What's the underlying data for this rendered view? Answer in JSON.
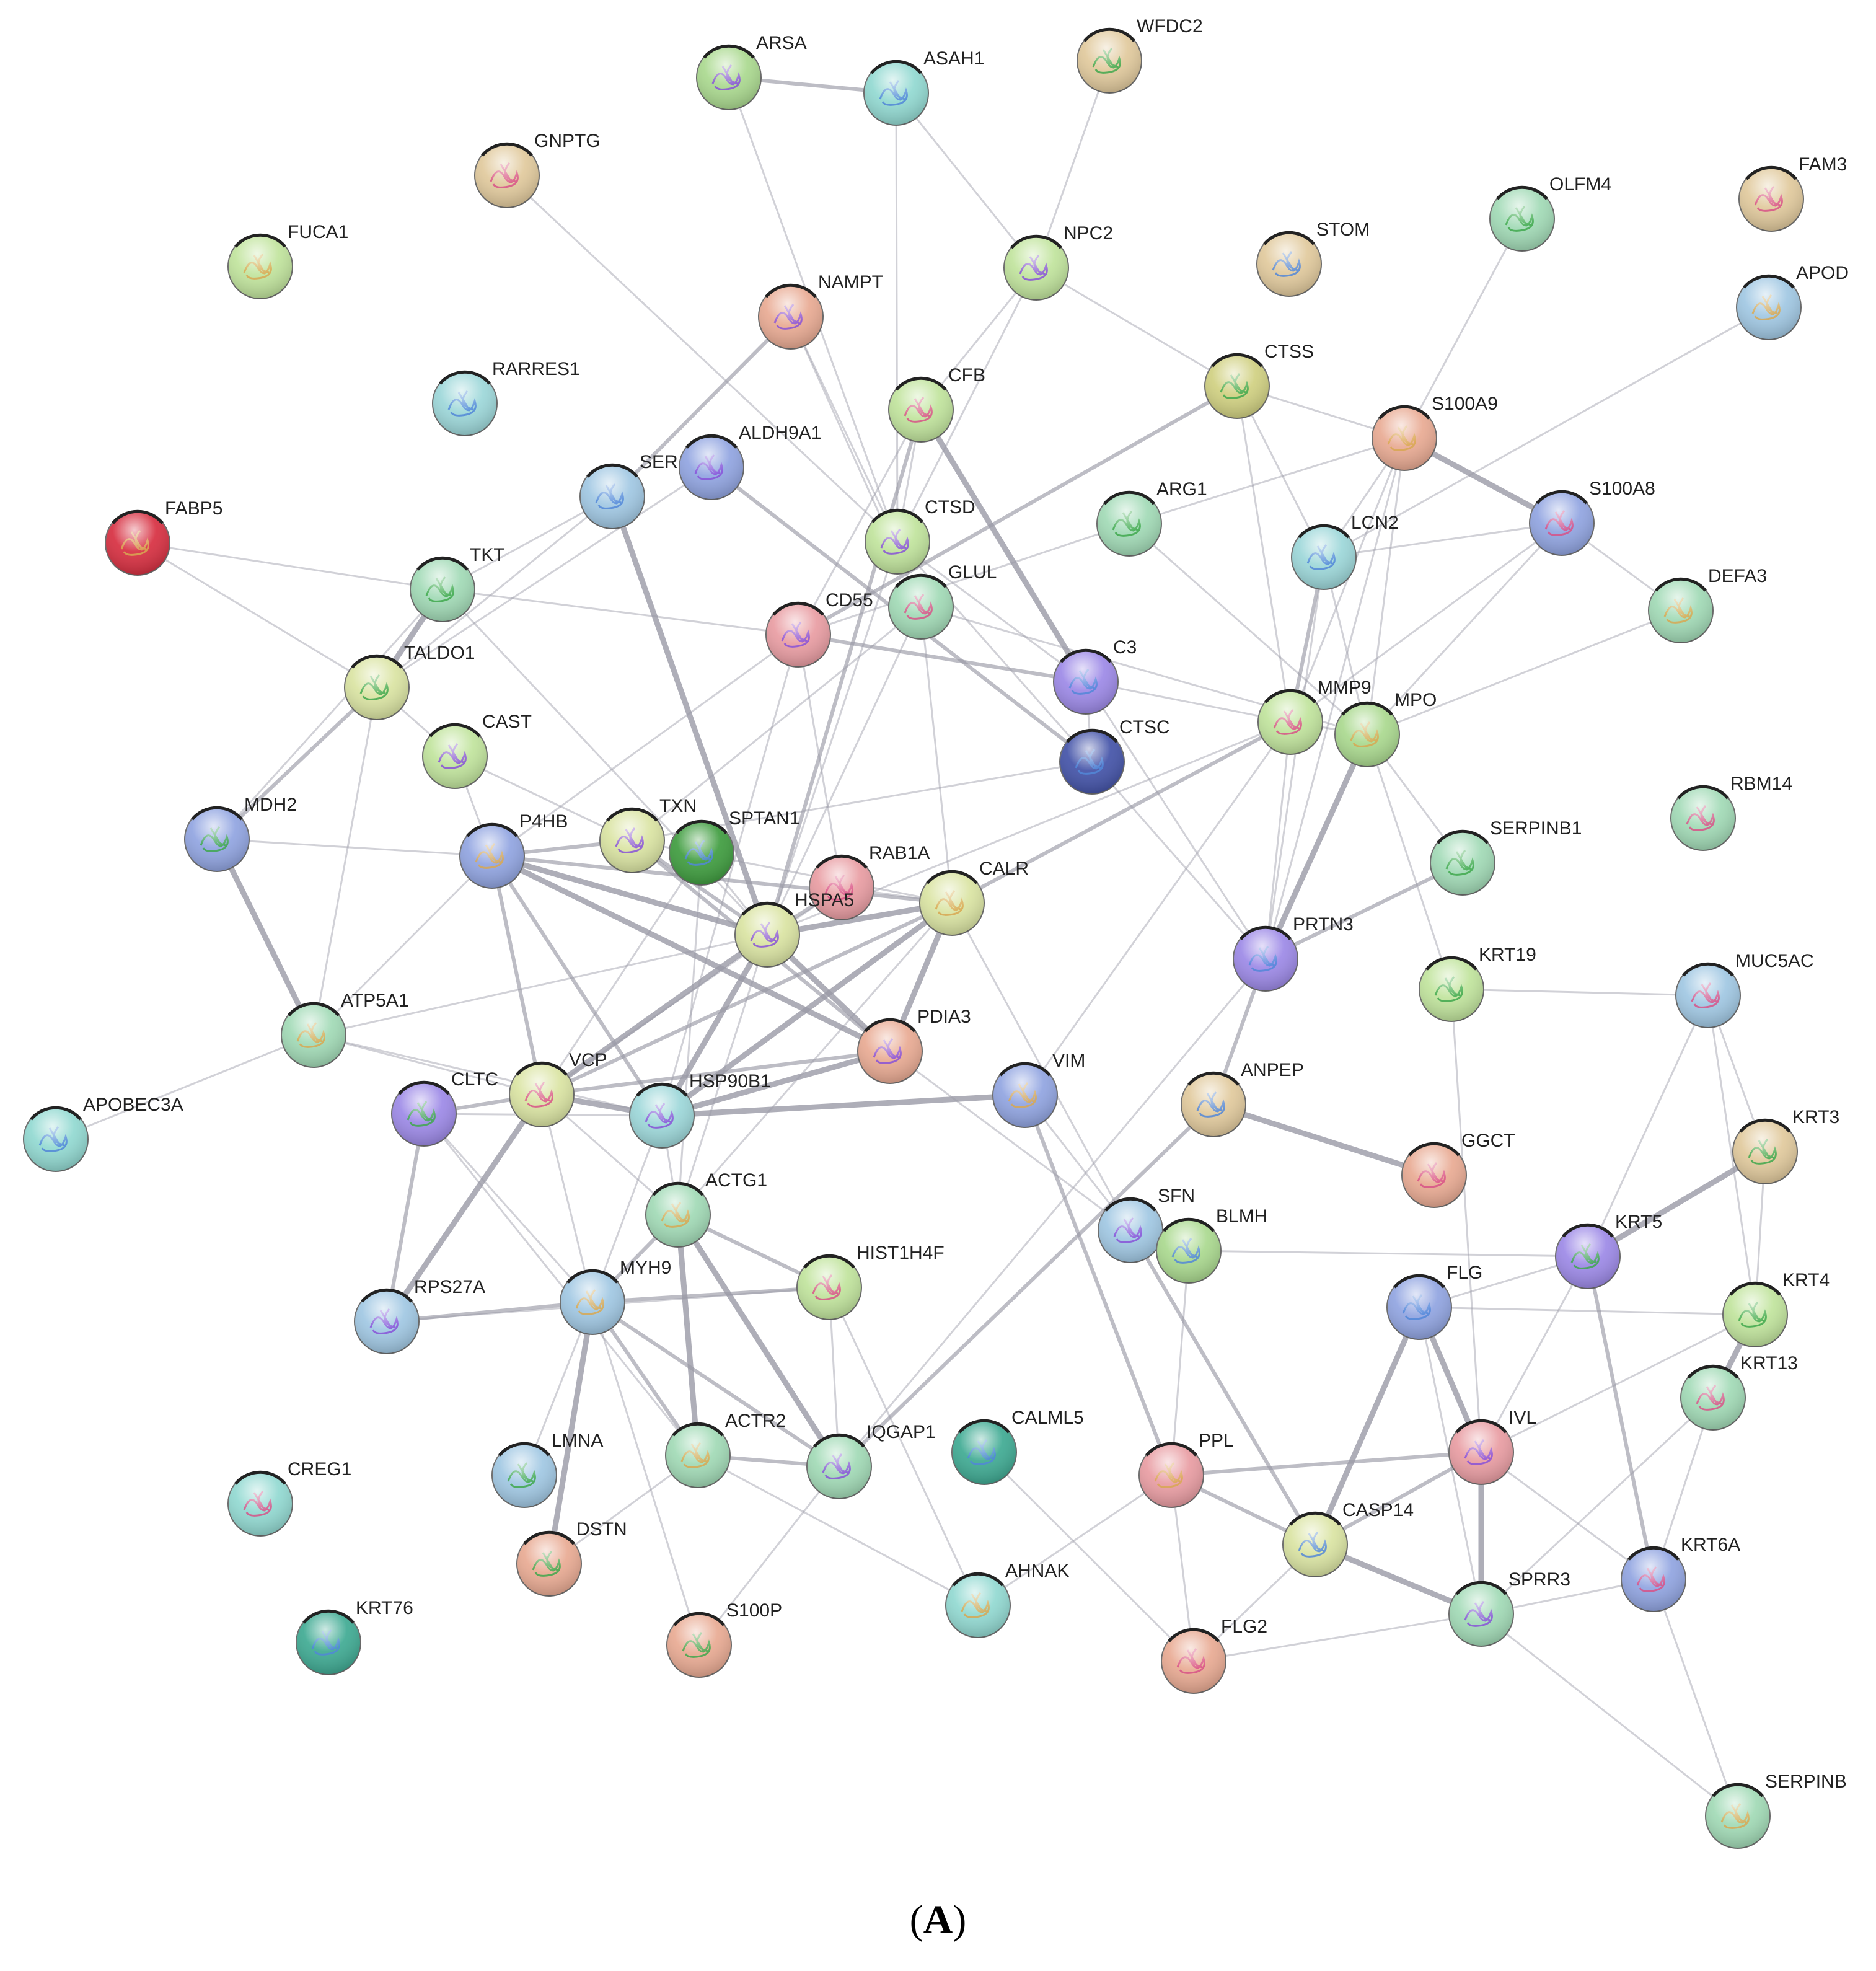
{
  "figure": {
    "caption_letter": "A"
  },
  "colors": {
    "green": "#a8d88c",
    "lightgreen": "#bfe39a",
    "mint": "#9fd9b4",
    "tan": "#e0c89a",
    "salmon": "#e8a890",
    "pink": "#e89aa0",
    "red": "#d62a3c",
    "cyan": "#9ad6d8",
    "skyblue": "#9ec6e2",
    "blue": "#8ea2e0",
    "purple": "#9a86e6",
    "navy": "#3f4fa6",
    "yellowgreen": "#d9e3a0",
    "olive": "#cfcf7e",
    "teal": "#3aa890",
    "darkgreen": "#3a9a3a",
    "aqua": "#8fd8d0",
    "edge": "#9a9aa6"
  },
  "nodes": [
    {
      "id": "ARSA",
      "label": "ARSA",
      "color": "green"
    },
    {
      "id": "ASAH1",
      "label": "ASAH1",
      "color": "aqua"
    },
    {
      "id": "WFDC2",
      "label": "WFDC2",
      "color": "tan"
    },
    {
      "id": "GNPTG",
      "label": "GNPTG",
      "color": "tan"
    },
    {
      "id": "FUCA1",
      "label": "FUCA1",
      "color": "lightgreen"
    },
    {
      "id": "NPC2",
      "label": "NPC2",
      "color": "lightgreen"
    },
    {
      "id": "STOM",
      "label": "STOM",
      "color": "tan"
    },
    {
      "id": "OLFM4",
      "label": "OLFM4",
      "color": "mint"
    },
    {
      "id": "FAM3",
      "label": "FAM3",
      "color": "tan"
    },
    {
      "id": "APOD",
      "label": "APOD",
      "color": "skyblue"
    },
    {
      "id": "NAMPT",
      "label": "NAMPT",
      "color": "salmon"
    },
    {
      "id": "RARRES1",
      "label": "RARRES1",
      "color": "cyan"
    },
    {
      "id": "CTSS",
      "label": "CTSS",
      "color": "olive"
    },
    {
      "id": "CFB",
      "label": "CFB",
      "color": "lightgreen"
    },
    {
      "id": "S100A9",
      "label": "S100A9",
      "color": "salmon"
    },
    {
      "id": "ALDH9A1",
      "label": "ALDH9A1",
      "color": "blue"
    },
    {
      "id": "SERPINA3",
      "label": "SER",
      "color": "skyblue"
    },
    {
      "id": "ARG1",
      "label": "ARG1",
      "color": "mint"
    },
    {
      "id": "S100A8",
      "label": "S100A8",
      "color": "blue"
    },
    {
      "id": "FABP5",
      "label": "FABP5",
      "color": "red"
    },
    {
      "id": "CTSD",
      "label": "CTSD",
      "color": "lightgreen"
    },
    {
      "id": "LCN2",
      "label": "LCN2",
      "color": "cyan"
    },
    {
      "id": "TKT",
      "label": "TKT",
      "color": "mint"
    },
    {
      "id": "GLUL",
      "label": "GLUL",
      "color": "mint"
    },
    {
      "id": "DEFA3",
      "label": "DEFA3",
      "color": "mint"
    },
    {
      "id": "CD55",
      "label": "CD55",
      "color": "pink"
    },
    {
      "id": "C3",
      "label": "C3",
      "color": "purple"
    },
    {
      "id": "TALDO1",
      "label": "TALDO1",
      "color": "yellowgreen"
    },
    {
      "id": "MMP9",
      "label": "MMP9",
      "color": "lightgreen"
    },
    {
      "id": "MPO",
      "label": "MPO",
      "color": "green"
    },
    {
      "id": "CAST",
      "label": "CAST",
      "color": "lightgreen"
    },
    {
      "id": "CTSC",
      "label": "CTSC",
      "color": "navy"
    },
    {
      "id": "MDH2",
      "label": "MDH2",
      "color": "blue"
    },
    {
      "id": "RBM14",
      "label": "RBM14",
      "color": "mint"
    },
    {
      "id": "P4HB",
      "label": "P4HB",
      "color": "blue"
    },
    {
      "id": "TXN",
      "label": "TXN",
      "color": "yellowgreen"
    },
    {
      "id": "SPTAN1",
      "label": "SPTAN1",
      "color": "darkgreen"
    },
    {
      "id": "SERPINB1",
      "label": "SERPINB1",
      "color": "mint"
    },
    {
      "id": "RAB1A",
      "label": "RAB1A",
      "color": "pink"
    },
    {
      "id": "CALR",
      "label": "CALR",
      "color": "yellowgreen"
    },
    {
      "id": "HSPA5",
      "label": "HSPA5",
      "color": "yellowgreen"
    },
    {
      "id": "PRTN3",
      "label": "PRTN3",
      "color": "purple"
    },
    {
      "id": "KRT19",
      "label": "KRT19",
      "color": "lightgreen"
    },
    {
      "id": "MUC5AC",
      "label": "MUC5AC",
      "color": "skyblue"
    },
    {
      "id": "ATP5A1",
      "label": "ATP5A1",
      "color": "mint"
    },
    {
      "id": "PDIA3",
      "label": "PDIA3",
      "color": "salmon"
    },
    {
      "id": "APOBEC3A",
      "label": "APOBEC3A",
      "color": "aqua"
    },
    {
      "id": "CLTC",
      "label": "CLTC",
      "color": "purple"
    },
    {
      "id": "VCP",
      "label": "VCP",
      "color": "yellowgreen"
    },
    {
      "id": "VIM",
      "label": "VIM",
      "color": "blue"
    },
    {
      "id": "HSP90B1",
      "label": "HSP90B1",
      "color": "cyan"
    },
    {
      "id": "ANPEP",
      "label": "ANPEP",
      "color": "tan"
    },
    {
      "id": "KRT3",
      "label": "KRT3",
      "color": "tan"
    },
    {
      "id": "GGCT",
      "label": "GGCT",
      "color": "salmon"
    },
    {
      "id": "ACTG1",
      "label": "ACTG1",
      "color": "mint"
    },
    {
      "id": "SFN",
      "label": "SFN",
      "color": "skyblue"
    },
    {
      "id": "BLMH",
      "label": "BLMH",
      "color": "green"
    },
    {
      "id": "KRT5",
      "label": "KRT5",
      "color": "purple"
    },
    {
      "id": "HIST1H4F",
      "label": "HIST1H4F",
      "color": "lightgreen"
    },
    {
      "id": "MYH9",
      "label": "MYH9",
      "color": "skyblue"
    },
    {
      "id": "RPS27A",
      "label": "RPS27A",
      "color": "skyblue"
    },
    {
      "id": "FLG",
      "label": "FLG",
      "color": "blue"
    },
    {
      "id": "KRT4",
      "label": "KRT4",
      "color": "lightgreen"
    },
    {
      "id": "KRT13",
      "label": "KRT13",
      "color": "mint"
    },
    {
      "id": "ACTR2",
      "label": "ACTR2",
      "color": "mint"
    },
    {
      "id": "IQGAP1",
      "label": "IQGAP1",
      "color": "mint"
    },
    {
      "id": "CALML5",
      "label": "CALML5",
      "color": "teal"
    },
    {
      "id": "LMNA",
      "label": "LMNA",
      "color": "skyblue"
    },
    {
      "id": "CREG1",
      "label": "CREG1",
      "color": "aqua"
    },
    {
      "id": "PPL",
      "label": "PPL",
      "color": "pink"
    },
    {
      "id": "IVL",
      "label": "IVL",
      "color": "pink"
    },
    {
      "id": "CASP14",
      "label": "CASP14",
      "color": "yellowgreen"
    },
    {
      "id": "DSTN",
      "label": "DSTN",
      "color": "salmon"
    },
    {
      "id": "KRT6A",
      "label": "KRT6A",
      "color": "blue"
    },
    {
      "id": "AHNAK",
      "label": "AHNAK",
      "color": "aqua"
    },
    {
      "id": "SPRR3",
      "label": "SPRR3",
      "color": "mint"
    },
    {
      "id": "KRT76",
      "label": "KRT76",
      "color": "teal"
    },
    {
      "id": "S100P",
      "label": "S100P",
      "color": "salmon"
    },
    {
      "id": "FLG2",
      "label": "FLG2",
      "color": "salmon"
    },
    {
      "id": "SERPINB",
      "label": "SERPINB",
      "color": "mint"
    }
  ],
  "edges": [
    [
      "ARSA",
      "ASAH1",
      2
    ],
    [
      "ARSA",
      "CTSD",
      1
    ],
    [
      "ASAH1",
      "NPC2",
      1
    ],
    [
      "ASAH1",
      "CTSD",
      1
    ],
    [
      "WFDC2",
      "NPC2",
      1
    ],
    [
      "NPC2",
      "CFB",
      1
    ],
    [
      "NPC2",
      "CTSS",
      1
    ],
    [
      "NPC2",
      "CTSD",
      1
    ],
    [
      "GNPTG",
      "CTSD",
      1
    ],
    [
      "NAMPT",
      "CTSD",
      1
    ],
    [
      "NAMPT",
      "SERPINA3",
      2
    ],
    [
      "NAMPT",
      "GLUL",
      1
    ],
    [
      "CTSS",
      "CD55",
      2
    ],
    [
      "CTSS",
      "S100A9",
      1
    ],
    [
      "CTSS",
      "MMP9",
      1
    ],
    [
      "CTSS",
      "LCN2",
      1
    ],
    [
      "OLFM4",
      "S100A9",
      1
    ],
    [
      "APOD",
      "LCN2",
      1
    ],
    [
      "CFB",
      "C3",
      3
    ],
    [
      "CFB",
      "CTSD",
      1
    ],
    [
      "CFB",
      "HSPA5",
      2
    ],
    [
      "CFB",
      "CD55",
      1
    ],
    [
      "S100A9",
      "S100A8",
      3
    ],
    [
      "S100A9",
      "LCN2",
      1
    ],
    [
      "S100A9",
      "MMP9",
      1
    ],
    [
      "S100A9",
      "MPO",
      1
    ],
    [
      "S100A9",
      "PRTN3",
      1
    ],
    [
      "S100A9",
      "ARG1",
      1
    ],
    [
      "S100A8",
      "LCN2",
      1
    ],
    [
      "S100A8",
      "MPO",
      1
    ],
    [
      "S100A8",
      "MMP9",
      1
    ],
    [
      "S100A8",
      "DEFA3",
      1
    ],
    [
      "ALDH9A1",
      "CTSC",
      2
    ],
    [
      "ALDH9A1",
      "TALDO1",
      1
    ],
    [
      "SERPINA3",
      "HSPA5",
      3
    ],
    [
      "SERPINA3",
      "TKT",
      1
    ],
    [
      "SERPINA3",
      "TALDO1",
      1
    ],
    [
      "ARG1",
      "MPO",
      1
    ],
    [
      "ARG1",
      "CD55",
      1
    ],
    [
      "LCN2",
      "MMP9",
      2
    ],
    [
      "LCN2",
      "MPO",
      1
    ],
    [
      "LCN2",
      "PRTN3",
      1
    ],
    [
      "DEFA3",
      "MPO",
      1
    ],
    [
      "FABP5",
      "TKT",
      1
    ],
    [
      "FABP5",
      "TALDO1",
      1
    ],
    [
      "TKT",
      "TALDO1",
      3
    ],
    [
      "TKT",
      "MDH2",
      1
    ],
    [
      "TKT",
      "CD55",
      1
    ],
    [
      "TKT",
      "HSPA5",
      1
    ],
    [
      "TALDO1",
      "MDH2",
      2
    ],
    [
      "TALDO1",
      "ATP5A1",
      1
    ],
    [
      "TALDO1",
      "CAST",
      1
    ],
    [
      "CTSD",
      "HSPA5",
      1
    ],
    [
      "CTSD",
      "CTSC",
      1
    ],
    [
      "CTSD",
      "C3",
      1
    ],
    [
      "GLUL",
      "CALR",
      1
    ],
    [
      "GLUL",
      "HSPA5",
      1
    ],
    [
      "GLUL",
      "TXN",
      1
    ],
    [
      "GLUL",
      "MPO",
      1
    ],
    [
      "CD55",
      "C3",
      2
    ],
    [
      "CD55",
      "P4HB",
      1
    ],
    [
      "CD55",
      "RAB1A",
      1
    ],
    [
      "CD55",
      "HSP90B1",
      1
    ],
    [
      "C3",
      "MMP9",
      1
    ],
    [
      "C3",
      "PRTN3",
      1
    ],
    [
      "C3",
      "CTSC",
      1
    ],
    [
      "MMP9",
      "MPO",
      1
    ],
    [
      "MMP9",
      "PRTN3",
      1
    ],
    [
      "MMP9",
      "CALR",
      2
    ],
    [
      "MMP9",
      "VIM",
      1
    ],
    [
      "MMP9",
      "HSPA5",
      1
    ],
    [
      "MPO",
      "PRTN3",
      3
    ],
    [
      "MPO",
      "SERPINB1",
      1
    ],
    [
      "MPO",
      "KRT19",
      1
    ],
    [
      "CTSC",
      "PRTN3",
      1
    ],
    [
      "CTSC",
      "TXN",
      1
    ],
    [
      "CAST",
      "P4HB",
      1
    ],
    [
      "CAST",
      "TXN",
      1
    ],
    [
      "MDH2",
      "ATP5A1",
      3
    ],
    [
      "MDH2",
      "P4HB",
      1
    ],
    [
      "P4HB",
      "HSPA5",
      3
    ],
    [
      "P4HB",
      "CALR",
      2
    ],
    [
      "P4HB",
      "PDIA3",
      3
    ],
    [
      "P4HB",
      "VCP",
      2
    ],
    [
      "P4HB",
      "HSP90B1",
      2
    ],
    [
      "P4HB",
      "TXN",
      2
    ],
    [
      "P4HB",
      "ATP5A1",
      1
    ],
    [
      "TXN",
      "HSPA5",
      2
    ],
    [
      "TXN",
      "PDIA3",
      2
    ],
    [
      "TXN",
      "CALR",
      1
    ],
    [
      "SPTAN1",
      "HSPA5",
      1
    ],
    [
      "SPTAN1",
      "ACTG1",
      1
    ],
    [
      "SPTAN1",
      "VCP",
      1
    ],
    [
      "RAB1A",
      "HSPA5",
      2
    ],
    [
      "RAB1A",
      "CALR",
      1
    ],
    [
      "RAB1A",
      "VCP",
      1
    ],
    [
      "HSPA5",
      "CALR",
      3
    ],
    [
      "HSPA5",
      "PDIA3",
      3
    ],
    [
      "HSPA5",
      "HSP90B1",
      3
    ],
    [
      "HSPA5",
      "VCP",
      3
    ],
    [
      "HSPA5",
      "ACTG1",
      1
    ],
    [
      "HSPA5",
      "ATP5A1",
      1
    ],
    [
      "CALR",
      "PDIA3",
      3
    ],
    [
      "CALR",
      "HSP90B1",
      3
    ],
    [
      "CALR",
      "VCP",
      2
    ],
    [
      "CALR",
      "ACTG1",
      1
    ],
    [
      "CALR",
      "SFN",
      1
    ],
    [
      "PDIA3",
      "HSP90B1",
      3
    ],
    [
      "PDIA3",
      "VCP",
      2
    ],
    [
      "PDIA3",
      "SFN",
      1
    ],
    [
      "PRTN3",
      "SERPINB1",
      2
    ],
    [
      "PRTN3",
      "ANPEP",
      2
    ],
    [
      "PRTN3",
      "IQGAP1",
      1
    ],
    [
      "KRT19",
      "MUC5AC",
      1
    ],
    [
      "KRT19",
      "IVL",
      1
    ],
    [
      "MUC5AC",
      "KRT3",
      1
    ],
    [
      "MUC5AC",
      "KRT4",
      1
    ],
    [
      "MUC5AC",
      "KRT5",
      1
    ],
    [
      "ATP5A1",
      "VCP",
      1
    ],
    [
      "ATP5A1",
      "HSP90B1",
      1
    ],
    [
      "APOBEC3A",
      "ATP5A1",
      1
    ],
    [
      "CLTC",
      "VCP",
      2
    ],
    [
      "CLTC",
      "HSP90B1",
      1
    ],
    [
      "CLTC",
      "RPS27A",
      2
    ],
    [
      "CLTC",
      "MYH9",
      1
    ],
    [
      "CLTC",
      "ACTR2",
      1
    ],
    [
      "VCP",
      "HSP90B1",
      3
    ],
    [
      "VCP",
      "RPS27A",
      3
    ],
    [
      "VCP",
      "ACTG1",
      1
    ],
    [
      "VCP",
      "MYH9",
      1
    ],
    [
      "VIM",
      "HSP90B1",
      3
    ],
    [
      "VIM",
      "PPL",
      2
    ],
    [
      "VIM",
      "SFN",
      1
    ],
    [
      "HSP90B1",
      "ACTG1",
      1
    ],
    [
      "HSP90B1",
      "MYH9",
      1
    ],
    [
      "ANPEP",
      "GGCT",
      3
    ],
    [
      "ANPEP",
      "IQGAP1",
      2
    ],
    [
      "ACTG1",
      "MYH9",
      2
    ],
    [
      "ACTG1",
      "IQGAP1",
      3
    ],
    [
      "ACTG1",
      "ACTR2",
      3
    ],
    [
      "ACTG1",
      "HIST1H4F",
      2
    ],
    [
      "SFN",
      "BLMH",
      1
    ],
    [
      "SFN",
      "CASP14",
      2
    ],
    [
      "BLMH",
      "PPL",
      1
    ],
    [
      "BLMH",
      "KRT5",
      1
    ],
    [
      "KRT5",
      "KRT3",
      3
    ],
    [
      "KRT5",
      "KRT6A",
      2
    ],
    [
      "KRT5",
      "IVL",
      1
    ],
    [
      "KRT5",
      "FLG",
      1
    ],
    [
      "HIST1H4F",
      "MYH9",
      2
    ],
    [
      "HIST1H4F",
      "IQGAP1",
      1
    ],
    [
      "HIST1H4F",
      "AHNAK",
      1
    ],
    [
      "MYH9",
      "RPS27A",
      2
    ],
    [
      "MYH9",
      "ACTR2",
      2
    ],
    [
      "MYH9",
      "DSTN",
      3
    ],
    [
      "MYH9",
      "IQGAP1",
      2
    ],
    [
      "MYH9",
      "LMNA",
      1
    ],
    [
      "MYH9",
      "S100P",
      1
    ],
    [
      "RPS27A",
      "HIST1H4F",
      1
    ],
    [
      "FLG",
      "IVL",
      3
    ],
    [
      "FLG",
      "CASP14",
      3
    ],
    [
      "FLG",
      "SPRR3",
      1
    ],
    [
      "FLG",
      "KRT4",
      1
    ],
    [
      "KRT4",
      "KRT13",
      3
    ],
    [
      "KRT4",
      "IVL",
      1
    ],
    [
      "KRT13",
      "KRT6A",
      1
    ],
    [
      "KRT13",
      "SPRR3",
      1
    ],
    [
      "ACTR2",
      "IQGAP1",
      2
    ],
    [
      "ACTR2",
      "DSTN",
      1
    ],
    [
      "ACTR2",
      "AHNAK",
      1
    ],
    [
      "IQGAP1",
      "S100P",
      1
    ],
    [
      "CALML5",
      "FLG2",
      1
    ],
    [
      "PPL",
      "IVL",
      2
    ],
    [
      "PPL",
      "CASP14",
      2
    ],
    [
      "PPL",
      "AHNAK",
      1
    ],
    [
      "PPL",
      "FLG2",
      1
    ],
    [
      "IVL",
      "SPRR3",
      3
    ],
    [
      "IVL",
      "CASP14",
      2
    ],
    [
      "IVL",
      "KRT6A",
      1
    ],
    [
      "CASP14",
      "SPRR3",
      3
    ],
    [
      "CASP14",
      "FLG2",
      1
    ],
    [
      "KRT6A",
      "SPRR3",
      1
    ],
    [
      "KRT6A",
      "SERPINB",
      1
    ],
    [
      "SPRR3",
      "SERPINB",
      1
    ],
    [
      "SPRR3",
      "FLG2",
      1
    ],
    [
      "KRT3",
      "KRT4",
      1
    ]
  ]
}
